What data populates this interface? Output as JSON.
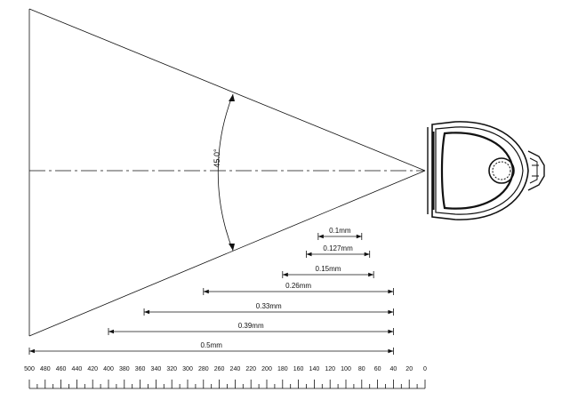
{
  "diagram": {
    "angle_label": "45.0°",
    "ruler": {
      "min": 0,
      "max": 500,
      "major_step": 20,
      "minor_step": 10,
      "tick_labels": [
        "500",
        "480",
        "460",
        "440",
        "420",
        "400",
        "380",
        "360",
        "340",
        "320",
        "300",
        "280",
        "260",
        "240",
        "220",
        "200",
        "180",
        "160",
        "140",
        "120",
        "100",
        "80",
        "60",
        "40",
        "20",
        "0"
      ]
    },
    "ranges": [
      {
        "label": "0.1mm",
        "from": 80,
        "to": 135
      },
      {
        "label": "0.127mm",
        "from": 70,
        "to": 150
      },
      {
        "label": "0.15mm",
        "from": 65,
        "to": 180
      },
      {
        "label": "0.26mm",
        "from": 40,
        "to": 280
      },
      {
        "label": "0.33mm",
        "from": 40,
        "to": 355
      },
      {
        "label": "0.39mm",
        "from": 40,
        "to": 400
      },
      {
        "label": "0.5mm",
        "from": 40,
        "to": 500
      }
    ],
    "colors": {
      "line": "#111111",
      "background": "#ffffff"
    }
  }
}
